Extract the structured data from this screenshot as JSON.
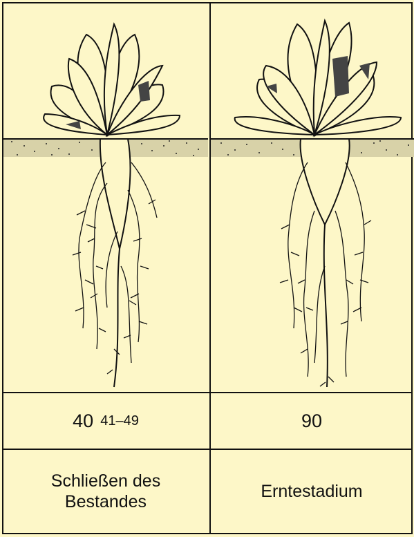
{
  "columns": [
    {
      "stage_code": "40",
      "stage_range": "41–49",
      "label_line1": "Schließen des",
      "label_line2": "Bestandes"
    },
    {
      "stage_code": "90",
      "label_line1": "Erntestadium"
    }
  ],
  "colors": {
    "background": "#fdf7c8",
    "ink": "#111111"
  }
}
